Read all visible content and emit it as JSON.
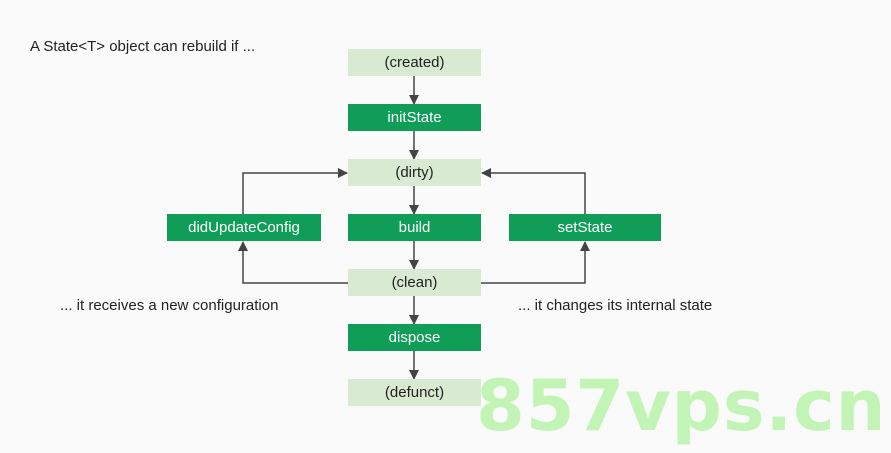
{
  "diagram": {
    "heading": "A State<T> object can rebuild if ...",
    "nodes": {
      "created": "(created)",
      "init_state": "initState",
      "dirty": "(dirty)",
      "did_update_config": "didUpdateConfig",
      "build": "build",
      "set_state": "setState",
      "clean": "(clean)",
      "dispose": "dispose",
      "defunct": "(defunct)"
    },
    "captions": {
      "left": "... it receives a new configuration",
      "right": "... it changes its internal state"
    },
    "watermark": "857vps.cn"
  },
  "colors": {
    "state_fill": "#d9ead3",
    "method_fill": "#0f9d58",
    "arrow": "#444444"
  }
}
